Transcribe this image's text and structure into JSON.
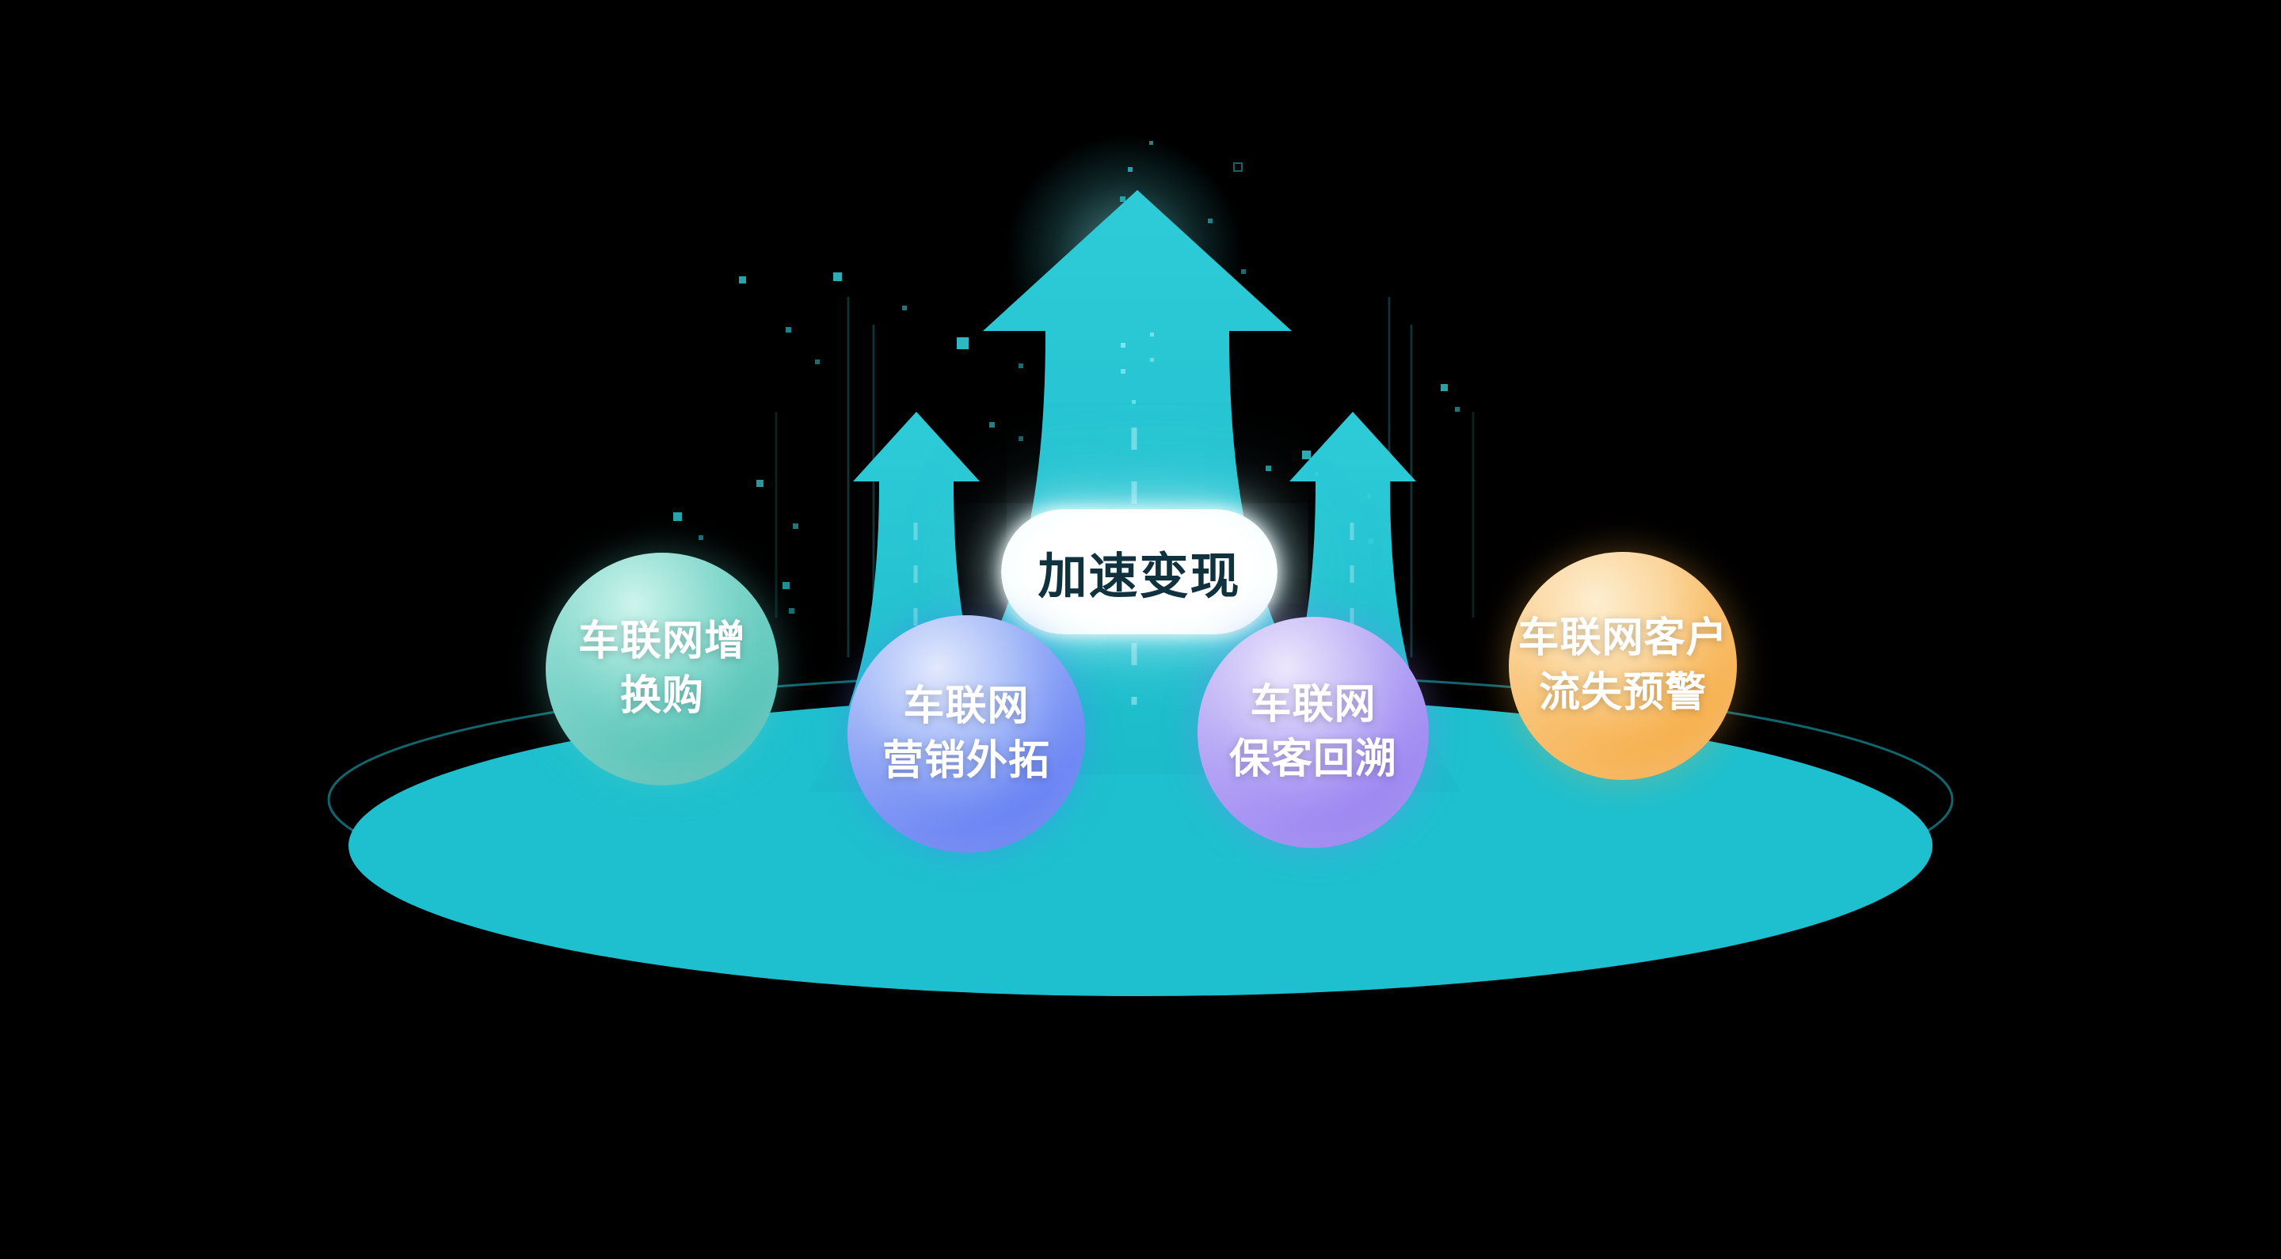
{
  "scene": {
    "background_color": "#000000",
    "platform_color": "#1fc0cf",
    "arrow_color": "#21c3d1",
    "particle_color": "#35d8e4"
  },
  "center_pill": {
    "label": "加速变现",
    "text_color": "#10323f",
    "bg_color": "#ffffff"
  },
  "spheres": [
    {
      "id": "telematics-trade-in",
      "line1": "车联网增",
      "line2": "换购",
      "color_light": "#cdf4ec",
      "color_dark": "#35a89d"
    },
    {
      "id": "telematics-marketing",
      "line1": "车联网",
      "line2": "营销外拓",
      "color_light": "#e2e9fd",
      "color_dark": "#4a63e8"
    },
    {
      "id": "telematics-retention",
      "line1": "车联网",
      "line2": "保客回溯",
      "color_light": "#ece7fc",
      "color_dark": "#8068e5"
    },
    {
      "id": "telematics-churn",
      "line1": "车联网客户",
      "line2": "流失预警",
      "color_light": "#fdeed0",
      "color_dark": "#ef9423"
    }
  ]
}
